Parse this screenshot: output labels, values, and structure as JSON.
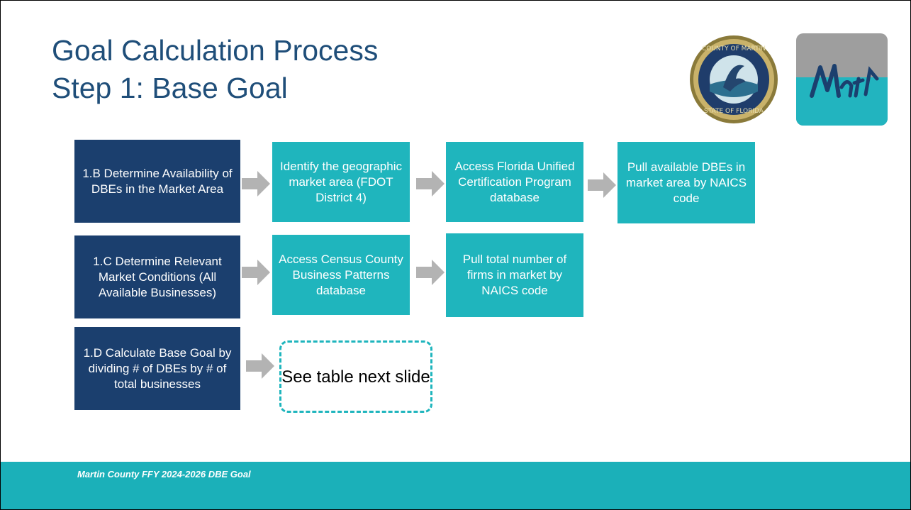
{
  "title": {
    "line1": "Goal Calculation Process",
    "line2": "Step 1: Base Goal"
  },
  "logos": {
    "seal_text": "COUNTY OF MARTIN · STATE OF FLORIDA",
    "brand_text": "Martin"
  },
  "rows": {
    "b": {
      "step": "1.B Determine Availability of DBEs in the Market Area",
      "box1": "Identify the geographic market area (FDOT District 4)",
      "box2": "Access Florida Unified Certification Program database",
      "box3": "Pull available DBEs in market area by NAICS code"
    },
    "c": {
      "step": "1.C Determine Relevant Market Conditions (All Available Businesses)",
      "box1": "Access Census County Business Patterns database",
      "box2": "Pull total number of firms in market by NAICS code"
    },
    "d": {
      "step": "1.D Calculate Base Goal by dividing # of DBEs by # of total businesses",
      "note": "See table next slide"
    }
  },
  "footer": {
    "text": "Martin County FFY 2024-2026 DBE Goal"
  },
  "colors": {
    "title": "#1f4e79",
    "dark_box": "#1b3f6e",
    "teal_box": "#1fb5bd",
    "footer": "#1bb0b9",
    "arrow": "#b3b3b3"
  }
}
